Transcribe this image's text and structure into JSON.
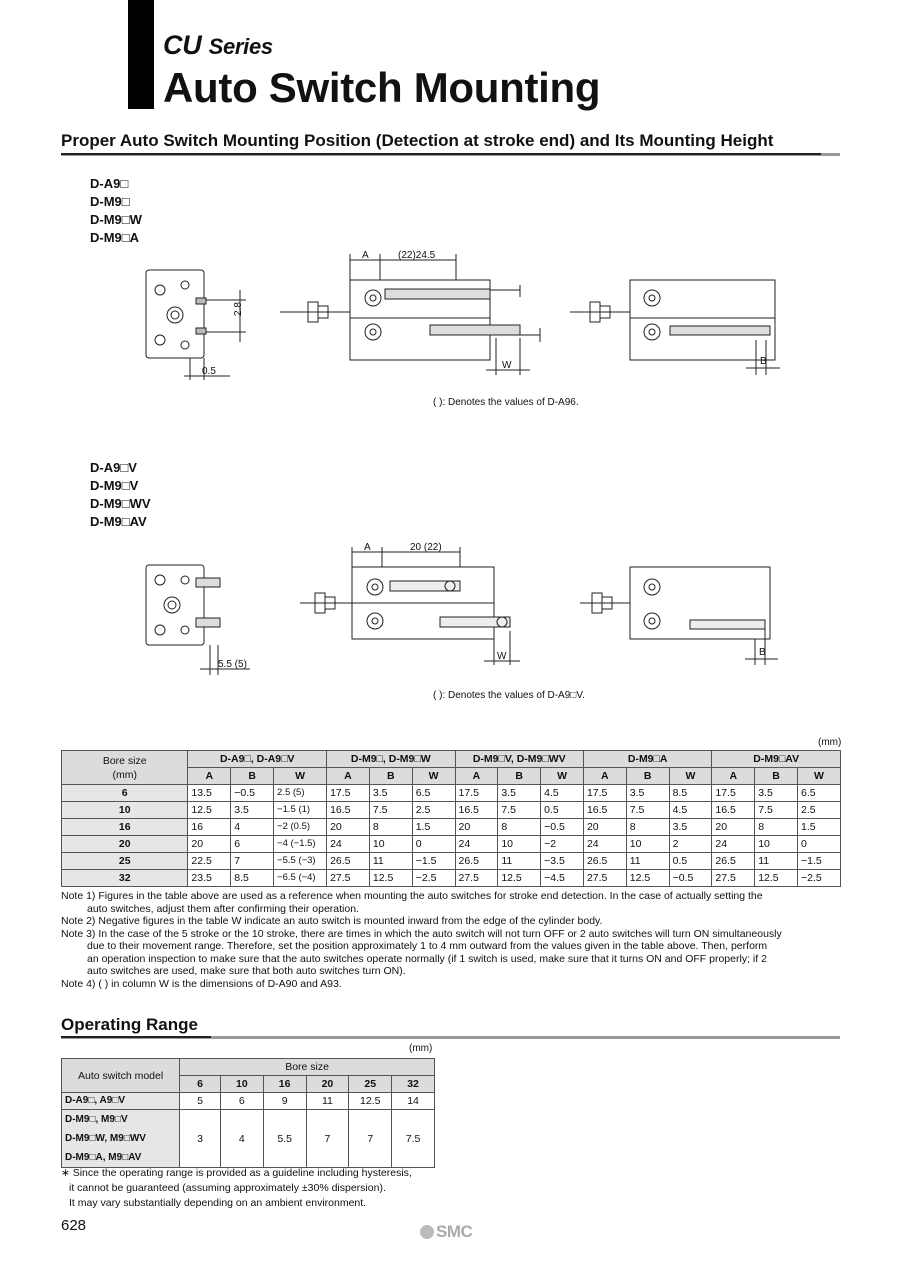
{
  "header": {
    "series": "CU",
    "series_word": "Series",
    "title": "Auto Switch Mounting"
  },
  "section1": {
    "title": "Proper Auto Switch Mounting Position (Detection at stroke end) and Its Mounting Height"
  },
  "group1": {
    "models": [
      "D-A9□",
      "D-M9□",
      "D-M9□W",
      "D-M9□A"
    ],
    "dims": {
      "a": "A",
      "span": "(22)24.5",
      "h": "2.8",
      "off": "0.5",
      "w": "W",
      "b": "B"
    },
    "note": "(   ): Denotes the values of D-A96."
  },
  "group2": {
    "models": [
      "D-A9□V",
      "D-M9□V",
      "D-M9□WV",
      "D-M9□AV"
    ],
    "dims": {
      "a": "A",
      "span": "20 (22)",
      "off": "5.5 (5)",
      "w": "W",
      "b": "B"
    },
    "note": "(   ): Denotes the values of D-A9□V."
  },
  "table": {
    "unit": "(mm)",
    "bore_header": [
      "Bore size",
      "(mm)"
    ],
    "groups": [
      "D-A9□, D-A9□V",
      "D-M9□, D-M9□W",
      "D-M9□V, D-M9□WV",
      "D-M9□A",
      "D-M9□AV"
    ],
    "sub": [
      "A",
      "B",
      "W"
    ],
    "rows": [
      {
        "bore": "6",
        "vals": [
          "13.5",
          "−0.5",
          "2.5 (5)",
          "17.5",
          "3.5",
          "6.5",
          "17.5",
          "3.5",
          "4.5",
          "17.5",
          "3.5",
          "8.5",
          "17.5",
          "3.5",
          "6.5"
        ]
      },
      {
        "bore": "10",
        "vals": [
          "12.5",
          "3.5",
          "−1.5 (1)",
          "16.5",
          "7.5",
          "2.5",
          "16.5",
          "7.5",
          "0.5",
          "16.5",
          "7.5",
          "4.5",
          "16.5",
          "7.5",
          "2.5"
        ]
      },
      {
        "bore": "16",
        "vals": [
          "16",
          "4",
          "−2 (0.5)",
          "20",
          "8",
          "1.5",
          "20",
          "8",
          "−0.5",
          "20",
          "8",
          "3.5",
          "20",
          "8",
          "1.5"
        ]
      },
      {
        "bore": "20",
        "vals": [
          "20",
          "6",
          "−4 (−1.5)",
          "24",
          "10",
          "0",
          "24",
          "10",
          "−2",
          "24",
          "10",
          "2",
          "24",
          "10",
          "0"
        ]
      },
      {
        "bore": "25",
        "vals": [
          "22.5",
          "7",
          "−5.5 (−3)",
          "26.5",
          "11",
          "−1.5",
          "26.5",
          "11",
          "−3.5",
          "26.5",
          "11",
          "0.5",
          "26.5",
          "11",
          "−1.5"
        ]
      },
      {
        "bore": "32",
        "vals": [
          "23.5",
          "8.5",
          "−6.5 (−4)",
          "27.5",
          "12.5",
          "−2.5",
          "27.5",
          "12.5",
          "−4.5",
          "27.5",
          "12.5",
          "−0.5",
          "27.5",
          "12.5",
          "−2.5"
        ]
      }
    ]
  },
  "notes": [
    {
      "label": "Note 1)",
      "text": "Figures in the table above are used as a reference when mounting the auto switches for stroke end detection. In the case of actually setting the",
      "cont": [
        "auto switches, adjust them after confirming their operation."
      ]
    },
    {
      "label": "Note 2)",
      "text": "Negative figures in the table W indicate an auto switch is mounted inward from the edge of the cylinder body.",
      "cont": []
    },
    {
      "label": "Note 3)",
      "text": "In the case of the 5 stroke or the 10 stroke, there are times in which the auto switch will not turn OFF or 2 auto switches will turn ON simultaneously",
      "cont": [
        "due to their movement range. Therefore, set the position approximately 1 to 4 mm outward from the values given in the table above. Then, perform",
        "an operation inspection to make sure that the auto switches operate normally (if 1 switch is used, make sure that it turns ON and OFF properly; if 2",
        "auto switches are used, make sure that both auto switches turn ON)."
      ]
    },
    {
      "label": "Note 4)",
      "text": "(   ) in column W is the dimensions of D-A90 and A93.",
      "cont": []
    }
  ],
  "operating": {
    "title": "Operating Range",
    "unit": "(mm)",
    "model_header": "Auto switch model",
    "bore_header": "Bore size",
    "bores": [
      "6",
      "10",
      "16",
      "20",
      "25",
      "32"
    ],
    "row1": {
      "model": "D-A9□, A9□V",
      "vals": [
        "5",
        "6",
        "9",
        "11",
        "12.5",
        "14"
      ]
    },
    "row2": {
      "models": [
        "D-M9□, M9□V",
        "D-M9□W, M9□WV",
        "D-M9□A, M9□AV"
      ],
      "vals": [
        "3",
        "4",
        "5.5",
        "7",
        "7",
        "7.5"
      ]
    },
    "notes": [
      "∗ Since the operating range is provided as a guideline including hysteresis,",
      "it cannot be guaranteed (assuming approximately ±30% dispersion).",
      "It may vary substantially depending on an ambient environment."
    ]
  },
  "footer": {
    "page": "628",
    "brand": "SMC"
  }
}
